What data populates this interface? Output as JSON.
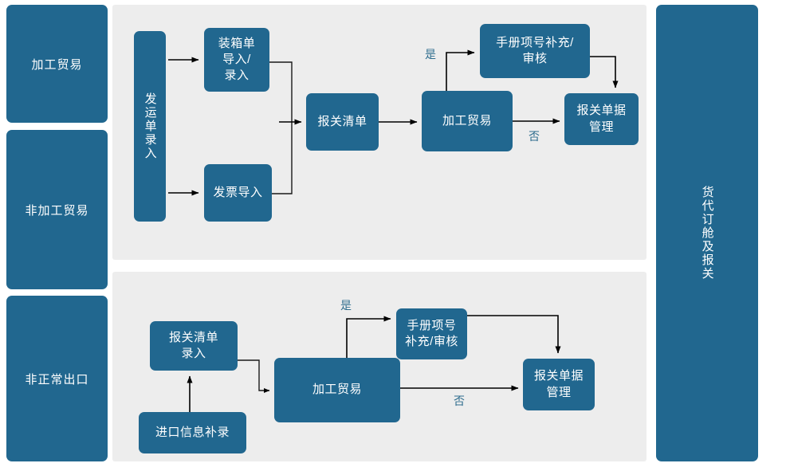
{
  "diagram": {
    "title_right_rail": "货代订舱及报关",
    "colors": {
      "node_fill": "#21678f",
      "node_text": "#ffffff",
      "panel_bg": "#ededed",
      "page_bg": "#ffffff",
      "edge_label": "#2f6d8e",
      "connector": "#000000"
    },
    "left_rail": {
      "items": [
        {
          "id": "processing-trade",
          "label": "加工贸易"
        },
        {
          "id": "non-processing-trade",
          "label": "非加工贸易"
        },
        {
          "id": "abnormal-export",
          "label": "非正常出口"
        }
      ]
    },
    "right_rail": {
      "label": "货代订舱及报关"
    },
    "flows": [
      {
        "id": "flow-top",
        "nodes": [
          {
            "id": "shipping-order-entry",
            "label": "发运单录入",
            "orientation": "vertical"
          },
          {
            "id": "packing-list-import",
            "label": "装箱单\n导入/\n录入",
            "orientation": "horizontal"
          },
          {
            "id": "invoice-import",
            "label": "发票导入",
            "orientation": "horizontal"
          },
          {
            "id": "customs-declaration-list",
            "label": "报关清单",
            "orientation": "horizontal"
          },
          {
            "id": "processing-trade-decision",
            "label": "加工贸易",
            "orientation": "horizontal"
          },
          {
            "id": "manual-item-no-supplement-review",
            "label": "手册项号补充/\n审核",
            "orientation": "horizontal"
          },
          {
            "id": "customs-document-management",
            "label": "报关单据\n管理",
            "orientation": "horizontal"
          }
        ],
        "edge_labels": [
          {
            "id": "yes",
            "text": "是"
          },
          {
            "id": "no",
            "text": "否"
          }
        ]
      },
      {
        "id": "flow-bottom",
        "nodes": [
          {
            "id": "customs-declaration-list-entry",
            "label": "报关清单\n录入",
            "orientation": "horizontal"
          },
          {
            "id": "import-info-supplement",
            "label": "进口信息补录",
            "orientation": "horizontal"
          },
          {
            "id": "processing-trade-decision-2",
            "label": "加工贸易",
            "orientation": "horizontal"
          },
          {
            "id": "manual-item-no-supplement-review-2",
            "label": "手册项号\n补充/审核",
            "orientation": "horizontal"
          },
          {
            "id": "customs-document-management-2",
            "label": "报关单据\n管理",
            "orientation": "horizontal"
          }
        ],
        "edge_labels": [
          {
            "id": "yes",
            "text": "是"
          },
          {
            "id": "no",
            "text": "否"
          }
        ]
      }
    ]
  }
}
